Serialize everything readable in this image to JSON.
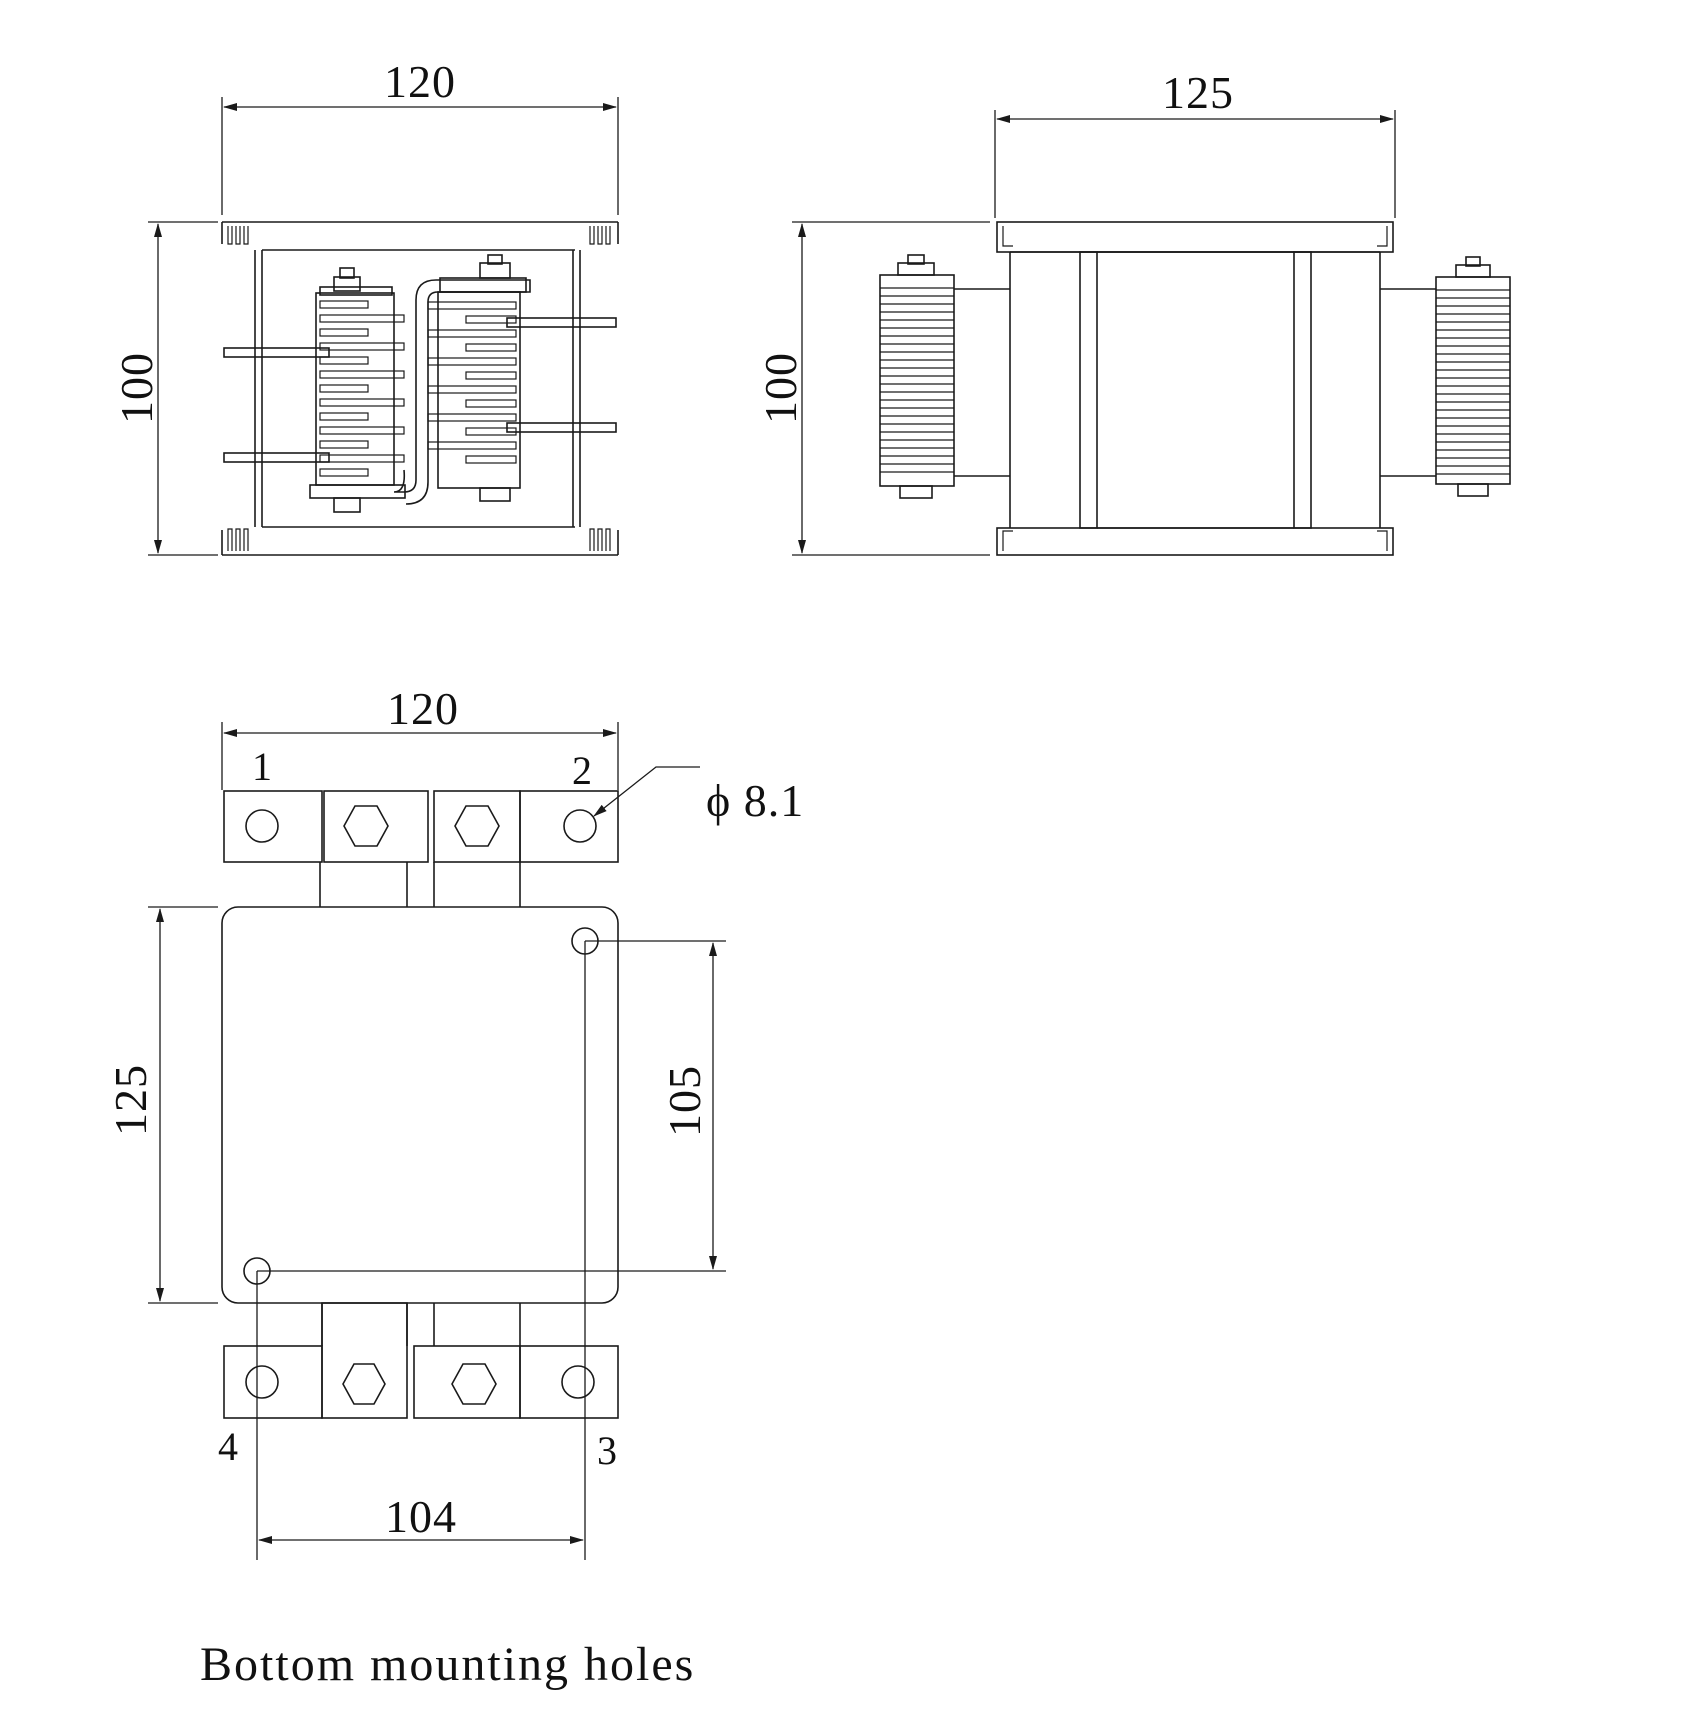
{
  "front_view": {
    "width_label": "120",
    "height_label": "100"
  },
  "side_view": {
    "width_label": "125",
    "height_label": "100"
  },
  "bottom_view": {
    "width_label": "120",
    "height_label": "125",
    "hole_vertical_spacing": "105",
    "hole_horizontal_spacing": "104",
    "hole_diameter": "ϕ 8.1",
    "terminals": [
      "1",
      "2",
      "3",
      "4"
    ],
    "caption": "Bottom mounting holes"
  }
}
